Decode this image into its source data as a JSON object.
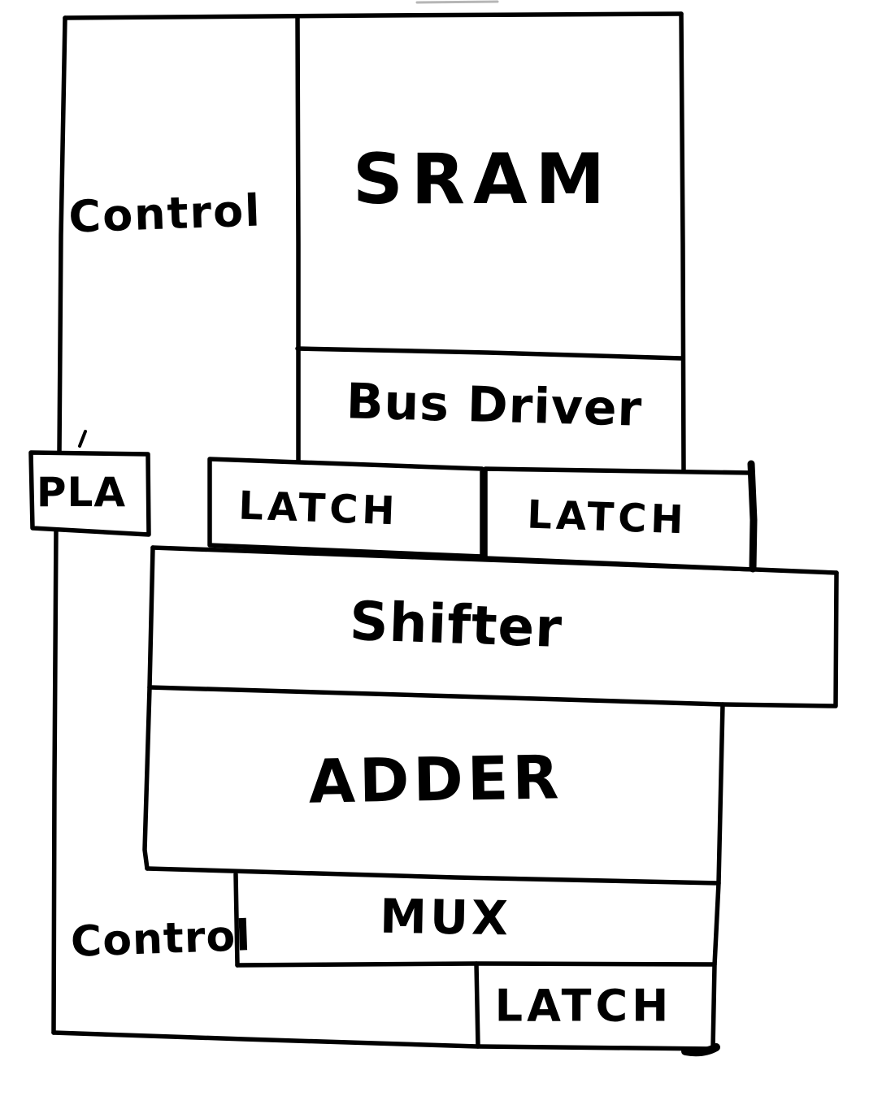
{
  "canvas": {
    "background": "#ffffff",
    "ink": "#000000",
    "faint_ink": "#b6b6b6"
  },
  "diagram": {
    "blocks": {
      "control_top": {
        "label": "Control"
      },
      "sram": {
        "label": "SRAM"
      },
      "bus_driver": {
        "label": "Bus Driver"
      },
      "pla": {
        "label": "PLA"
      },
      "latch_left": {
        "label": "LATCH"
      },
      "latch_right": {
        "label": "LATCH"
      },
      "shifter": {
        "label": "Shifter"
      },
      "adder": {
        "label": "ADDER"
      },
      "mux": {
        "label": "MUX"
      },
      "control_bottom": {
        "label": "Control"
      },
      "latch_bottom": {
        "label": "LATCH"
      }
    }
  }
}
